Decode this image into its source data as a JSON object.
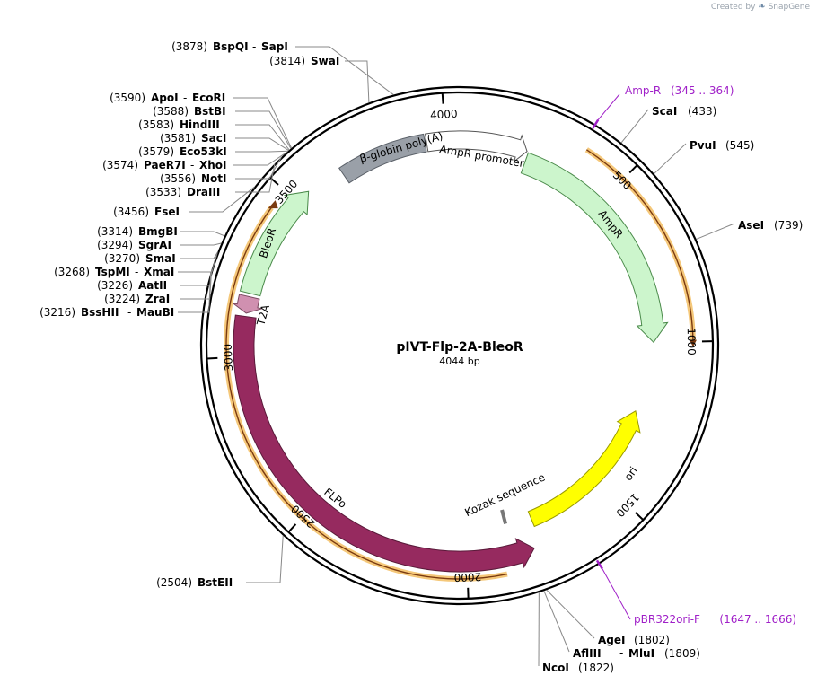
{
  "watermark": {
    "created_by": "Created by",
    "brand": "SnapGene"
  },
  "plasmid": {
    "name": "pIVT-Flp-2A-BleoR",
    "size_label": "4044 bp",
    "length": 4044
  },
  "ticks": [
    {
      "bp": 500,
      "label": "500"
    },
    {
      "bp": 1000,
      "label": "1000"
    },
    {
      "bp": 1500,
      "label": "1500"
    },
    {
      "bp": 2000,
      "label": "2000"
    },
    {
      "bp": 2500,
      "label": "2500"
    },
    {
      "bp": 3000,
      "label": "3000"
    },
    {
      "bp": 3500,
      "label": "3500"
    },
    {
      "bp": 4000,
      "label": "4000"
    }
  ],
  "features": [
    {
      "name": "β-globin poly(A)",
      "color": "#9aa0a8"
    },
    {
      "name": "AmpR promoter",
      "color": "#ffffff"
    },
    {
      "name": "AmpR",
      "color": "#ccf5cc"
    },
    {
      "name": "ori",
      "color": "#ffff00"
    },
    {
      "name": "Kozak sequence",
      "color": "#9aa0a8"
    },
    {
      "name": "FLPo",
      "color": "#962a5f"
    },
    {
      "name": "T2A",
      "color": "#d090b0"
    },
    {
      "name": "BleoR",
      "color": "#ccf5cc"
    }
  ],
  "primers": [
    {
      "name": "Amp-R",
      "range": "(345 .. 364)"
    },
    {
      "name": "pBR322ori-F",
      "range": "(1647 .. 1666)"
    }
  ],
  "sites": [
    {
      "pos": "(3878)",
      "name": "BspQI",
      "name2": "SapI"
    },
    {
      "pos": "(3814)",
      "name": "SwaI"
    },
    {
      "pos": "(3590)",
      "name": "ApoI",
      "name2": "EcoRI"
    },
    {
      "pos": "(3588)",
      "name": "BstBI"
    },
    {
      "pos": "(3583)",
      "name": "HindIII"
    },
    {
      "pos": "(3581)",
      "name": "SacI"
    },
    {
      "pos": "(3579)",
      "name": "Eco53kI"
    },
    {
      "pos": "(3574)",
      "name": "PaeR7I",
      "name2": "XhoI"
    },
    {
      "pos": "(3556)",
      "name": "NotI"
    },
    {
      "pos": "(3533)",
      "name": "DraIII"
    },
    {
      "pos": "(3456)",
      "name": "FseI"
    },
    {
      "pos": "(3314)",
      "name": "BmgBI"
    },
    {
      "pos": "(3294)",
      "name": "SgrAI"
    },
    {
      "pos": "(3270)",
      "name": "SmaI"
    },
    {
      "pos": "(3268)",
      "name": "TspMI",
      "name2": "XmaI"
    },
    {
      "pos": "(3226)",
      "name": "AatII"
    },
    {
      "pos": "(3224)",
      "name": "ZraI"
    },
    {
      "pos": "(3216)",
      "name": "BssHII",
      "name2": "MauBI"
    },
    {
      "pos": "(2504)",
      "name": "BstEII"
    },
    {
      "pos": "(433)",
      "name": "ScaI"
    },
    {
      "pos": "(545)",
      "name": "PvuI"
    },
    {
      "pos": "(739)",
      "name": "AseI"
    },
    {
      "pos": "(1802)",
      "name": "AgeI"
    },
    {
      "pos": "(1809)",
      "name": "AflIII",
      "name2": "MluI"
    },
    {
      "pos": "(1822)",
      "name": "NcoI"
    }
  ]
}
